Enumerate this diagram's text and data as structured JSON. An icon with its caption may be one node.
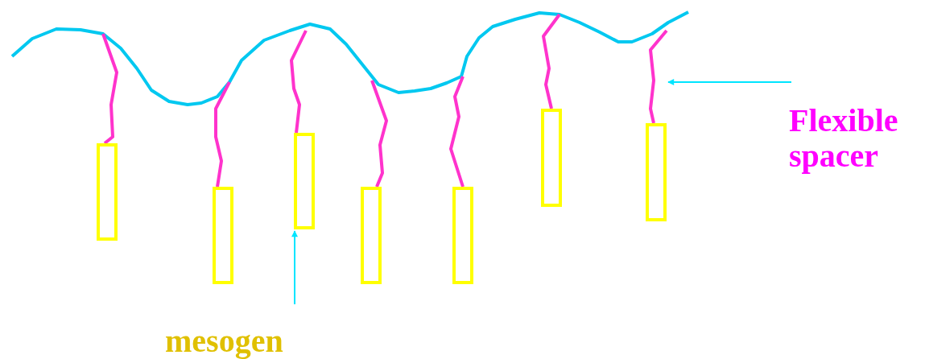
{
  "diagram": {
    "nodes": [
      {
        "text": [
          "Flexible spacer"
        ]
      },
      {
        "text": [
          "mesogen"
        ]
      },
      {
        "text": [],
        "shape": "box"
      },
      {
        "text": [],
        "shape": "box"
      },
      {
        "text": [],
        "shape": "box"
      },
      {
        "text": [],
        "shape": "box"
      },
      {
        "text": [],
        "shape": "box"
      },
      {
        "text": [],
        "shape": "box"
      },
      {
        "text": [],
        "shape": "box"
      },
      {
        "text": [],
        "shape": "line"
      }
    ],
    "edges": [
      {
        "from": 0,
        "to": 9,
        "arrow": "to"
      },
      {
        "from": 1,
        "to": 4,
        "arrow": "to"
      }
    ]
  }
}
